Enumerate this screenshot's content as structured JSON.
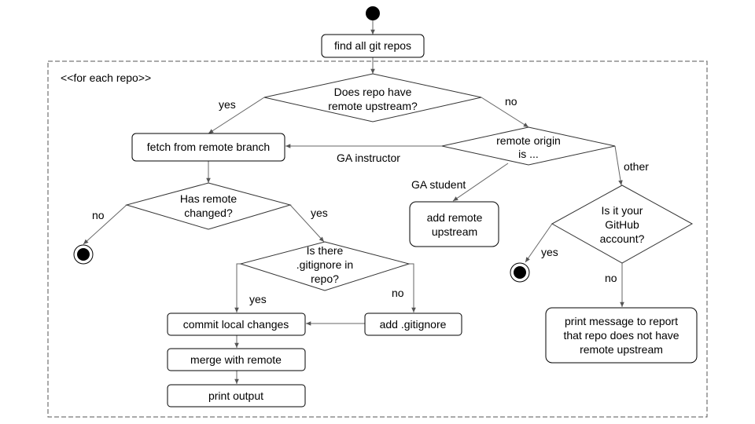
{
  "frame": {
    "label": "<<for each repo>>"
  },
  "nodes": {
    "find_repos": "find all git repos",
    "has_upstream": [
      "Does repo have",
      "remote upstream?"
    ],
    "fetch": "fetch from remote branch",
    "remote_origin": [
      "remote origin",
      "is ..."
    ],
    "remote_changed": [
      "Has remote",
      "changed?"
    ],
    "add_upstream": [
      "add remote",
      "upstream"
    ],
    "github_account": [
      "Is it your",
      "GitHub",
      "account?"
    ],
    "gitignore": [
      "Is there",
      ".gitignore in",
      "repo?"
    ],
    "commit": "commit local changes",
    "add_gitignore": "add .gitignore",
    "merge": "merge with remote",
    "print_output": "print output",
    "print_message": [
      "print message to report",
      "that repo does not have",
      "remote upstream"
    ]
  },
  "edge_labels": {
    "upstream_yes": "yes",
    "upstream_no": "no",
    "ga_instructor": "GA instructor",
    "ga_student": "GA student",
    "other": "other",
    "changed_no": "no",
    "changed_yes": "yes",
    "github_yes": "yes",
    "github_no": "no",
    "gitignore_yes": "yes",
    "gitignore_no": "no"
  }
}
